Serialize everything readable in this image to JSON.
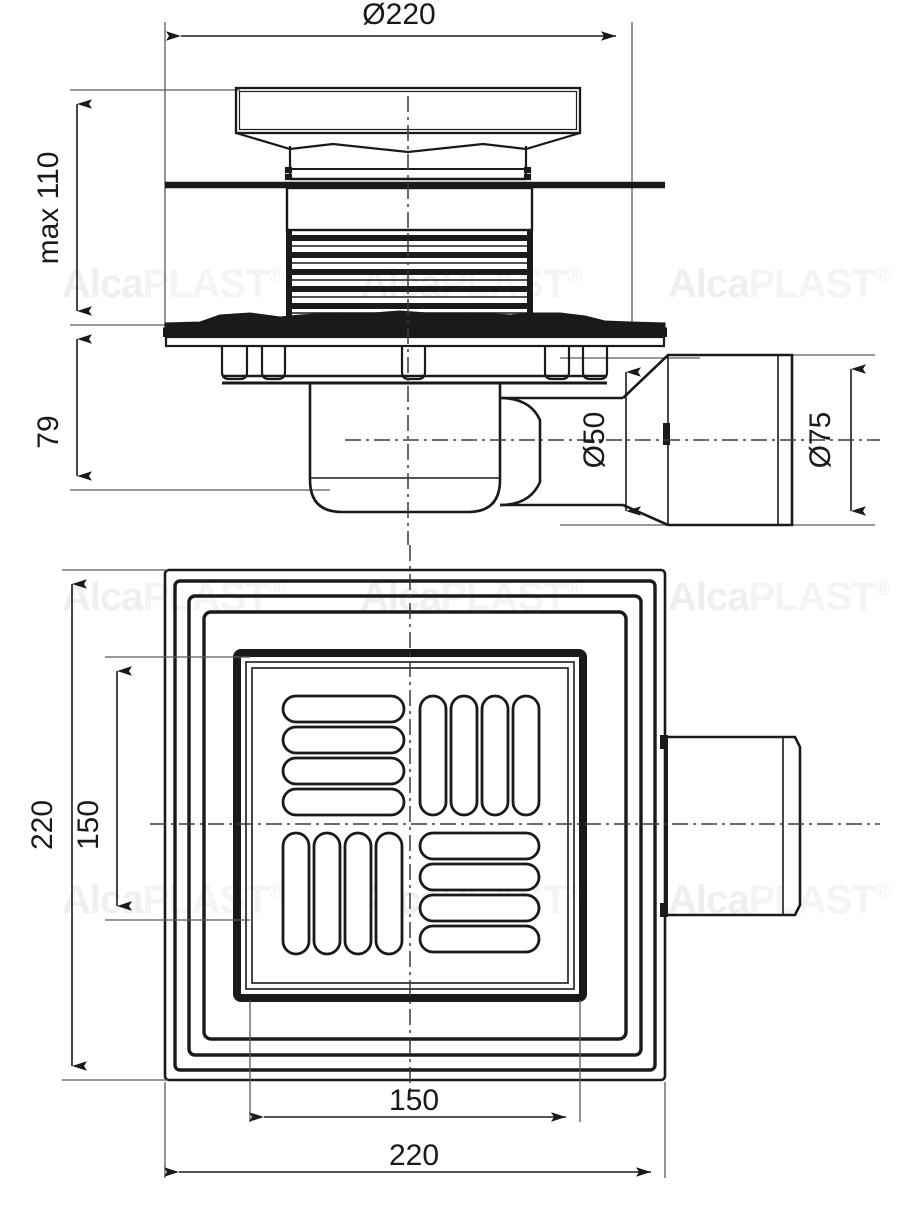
{
  "title": "Alcaplast floor drain technical drawing",
  "watermark": {
    "part_a": "Alca",
    "part_b": "PLAST",
    "registered": "®"
  },
  "views": {
    "elevation": {
      "name": "front-section-view"
    },
    "plan": {
      "name": "top-plan-view"
    }
  },
  "dimensions": {
    "top_diameter": "Ø220",
    "max_height": "max 110",
    "lower_height": "79",
    "inlet_pipe": "Ø50",
    "outlet_pipe": "Ø75",
    "plan_outer_height": "220",
    "plan_inner_height": "150",
    "plan_inner_width": "150",
    "plan_outer_width": "220"
  },
  "colors": {
    "line": "#1a1a1a",
    "thin_line": "#404040",
    "watermark": "#f0f0f0",
    "background": "#ffffff"
  },
  "grate": {
    "pattern": "pinwheel",
    "quadrants": [
      {
        "name": "top-left",
        "orientation": "horizontal",
        "slot_count": 4
      },
      {
        "name": "top-right",
        "orientation": "vertical",
        "slot_count": 4
      },
      {
        "name": "bottom-left",
        "orientation": "vertical",
        "slot_count": 4
      },
      {
        "name": "bottom-right",
        "orientation": "horizontal",
        "slot_count": 4
      }
    ]
  }
}
